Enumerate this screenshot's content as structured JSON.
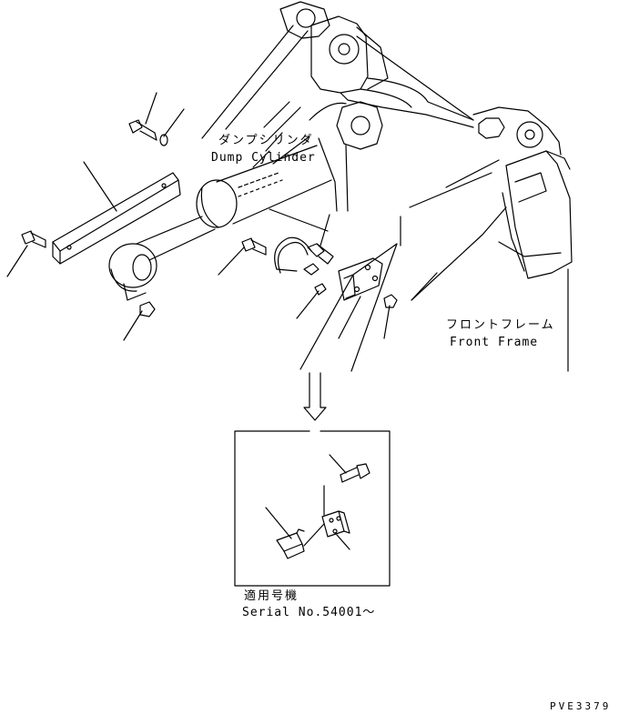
{
  "labels": {
    "dump_cylinder_jp": "ダンプシリンダ",
    "dump_cylinder_en": "Dump Cylinder",
    "front_frame_jp": "フロントフレーム",
    "front_frame_en": "Front Frame",
    "serial_jp": "適用号機",
    "serial_en": "Serial No.54001～"
  },
  "drawing_code": "PVE3379",
  "colors": {
    "ink": "#000000",
    "paper": "#ffffff"
  }
}
